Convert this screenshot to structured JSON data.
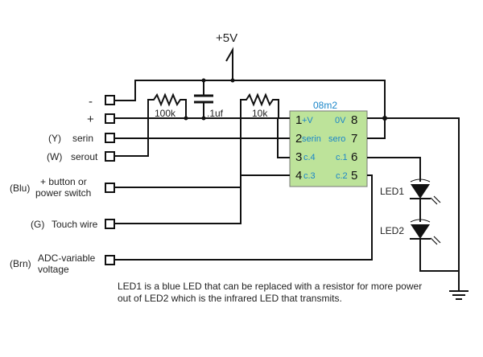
{
  "supply_label": "+5V",
  "chip": {
    "title": "08m2",
    "fill": "#bde39a",
    "pins": [
      {
        "num": "1",
        "name": "+V"
      },
      {
        "num": "2",
        "name": "serin"
      },
      {
        "num": "3",
        "name": "c.4"
      },
      {
        "num": "4",
        "name": "c.3"
      },
      {
        "num": "8",
        "name": "0V"
      },
      {
        "num": "7",
        "name": "sero"
      },
      {
        "num": "6",
        "name": "c.1"
      },
      {
        "num": "5",
        "name": "c.2"
      }
    ]
  },
  "terminals": {
    "minus": {
      "label": "-"
    },
    "plus": {
      "label": "+"
    },
    "serin": {
      "prefix": "(Y)",
      "label": "serin"
    },
    "serout": {
      "prefix": "(W)",
      "label": "serout"
    },
    "button": {
      "prefix": "(Blu)",
      "label_line1": "+ button or",
      "label_line2": "power switch"
    },
    "touch": {
      "prefix": "(G)",
      "label": "Touch wire"
    },
    "adc": {
      "prefix": "(Brn)",
      "label_line1": "ADC-variable",
      "label_line2": "voltage"
    }
  },
  "components": {
    "r1": "100k",
    "cap": ".1uf",
    "r2": "10k",
    "led1": "LED1",
    "led2": "LED2"
  },
  "note": "LED1 is a blue LED that can be replaced with a resistor for more power out of LED2 which is the infrared LED that transmits."
}
